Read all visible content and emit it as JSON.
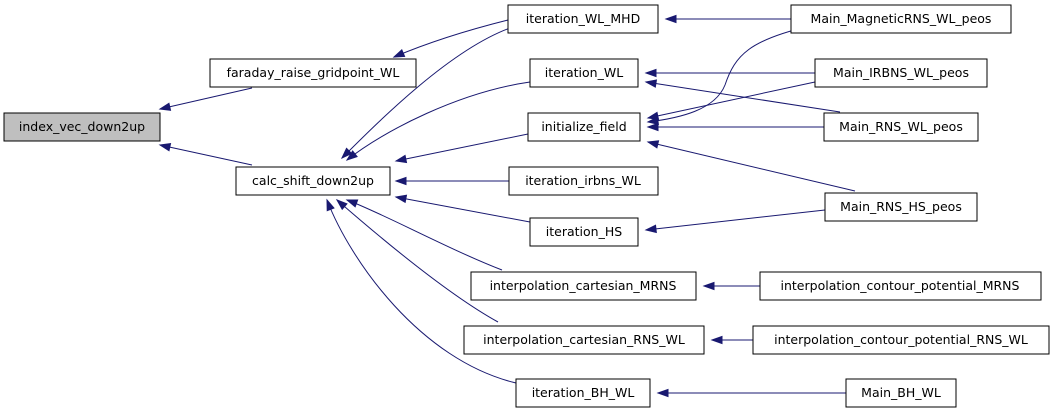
{
  "nodes": {
    "root": {
      "label": "index_vec_down2up"
    },
    "faraday": {
      "label": "faraday_raise_gridpoint_WL"
    },
    "calc": {
      "label": "calc_shift_down2up"
    },
    "iter_wl_mhd": {
      "label": "iteration_WL_MHD"
    },
    "iter_wl": {
      "label": "iteration_WL"
    },
    "init_field": {
      "label": "initialize_field"
    },
    "iter_irbns": {
      "label": "iteration_irbns_WL"
    },
    "iter_hs": {
      "label": "iteration_HS"
    },
    "interp_mrns": {
      "label": "interpolation_cartesian_MRNS"
    },
    "interp_rns": {
      "label": "interpolation_cartesian_RNS_WL"
    },
    "iter_bh": {
      "label": "iteration_BH_WL"
    },
    "main_mag": {
      "label": "Main_MagneticRNS_WL_peos"
    },
    "main_irbns": {
      "label": "Main_IRBNS_WL_peos"
    },
    "main_rns_wl": {
      "label": "Main_RNS_WL_peos"
    },
    "main_rns_hs": {
      "label": "Main_RNS_HS_peos"
    },
    "contour_mrns": {
      "label": "interpolation_contour_potential_MRNS"
    },
    "contour_rns": {
      "label": "interpolation_contour_potential_RNS_WL"
    },
    "main_bh": {
      "label": "Main_BH_WL"
    }
  },
  "edges": [
    {
      "from": "faraday",
      "to": "root"
    },
    {
      "from": "calc",
      "to": "root"
    },
    {
      "from": "iter_wl_mhd",
      "to": "faraday"
    },
    {
      "from": "iter_wl_mhd",
      "to": "calc"
    },
    {
      "from": "iter_wl",
      "to": "calc"
    },
    {
      "from": "init_field",
      "to": "calc"
    },
    {
      "from": "iter_irbns",
      "to": "calc"
    },
    {
      "from": "iter_hs",
      "to": "calc"
    },
    {
      "from": "interp_mrns",
      "to": "calc"
    },
    {
      "from": "interp_rns",
      "to": "calc"
    },
    {
      "from": "iter_bh",
      "to": "calc"
    },
    {
      "from": "main_mag",
      "to": "iter_wl_mhd"
    },
    {
      "from": "main_mag",
      "to": "init_field"
    },
    {
      "from": "main_irbns",
      "to": "iter_wl"
    },
    {
      "from": "main_irbns",
      "to": "init_field"
    },
    {
      "from": "main_rns_wl",
      "to": "iter_wl"
    },
    {
      "from": "main_rns_wl",
      "to": "init_field"
    },
    {
      "from": "main_rns_hs",
      "to": "init_field"
    },
    {
      "from": "main_rns_hs",
      "to": "iter_hs"
    },
    {
      "from": "contour_mrns",
      "to": "interp_mrns"
    },
    {
      "from": "contour_rns",
      "to": "interp_rns"
    },
    {
      "from": "main_bh",
      "to": "iter_bh"
    }
  ],
  "colors": {
    "edge": "#191970",
    "root_fill": "#bfbfbf",
    "node_fill": "#ffffff",
    "node_stroke": "#000000"
  }
}
